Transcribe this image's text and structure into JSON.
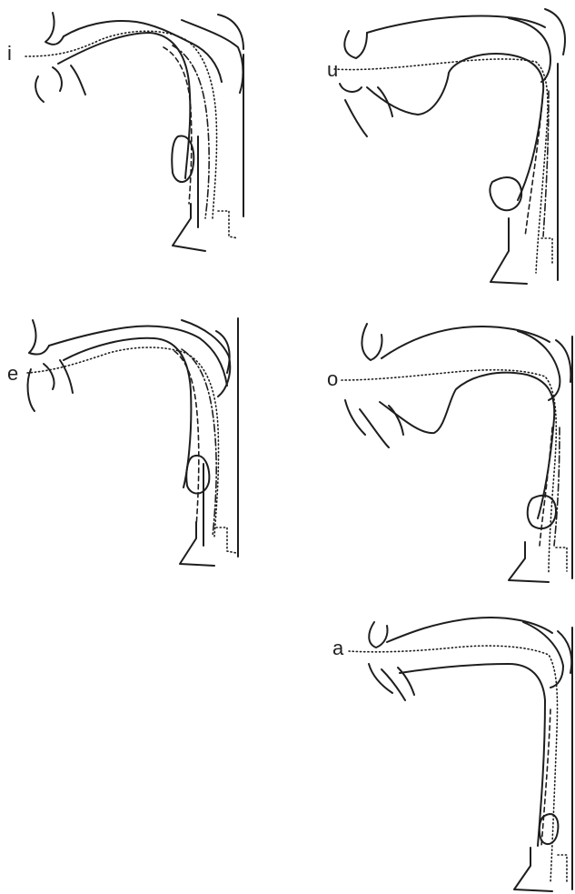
{
  "vowels": [
    {
      "label": "i"
    },
    {
      "label": "u"
    },
    {
      "label": "e"
    },
    {
      "label": "o"
    },
    {
      "label": "a"
    }
  ],
  "colors": {
    "ink": "#1e1e1e",
    "background": "#ffffff"
  }
}
